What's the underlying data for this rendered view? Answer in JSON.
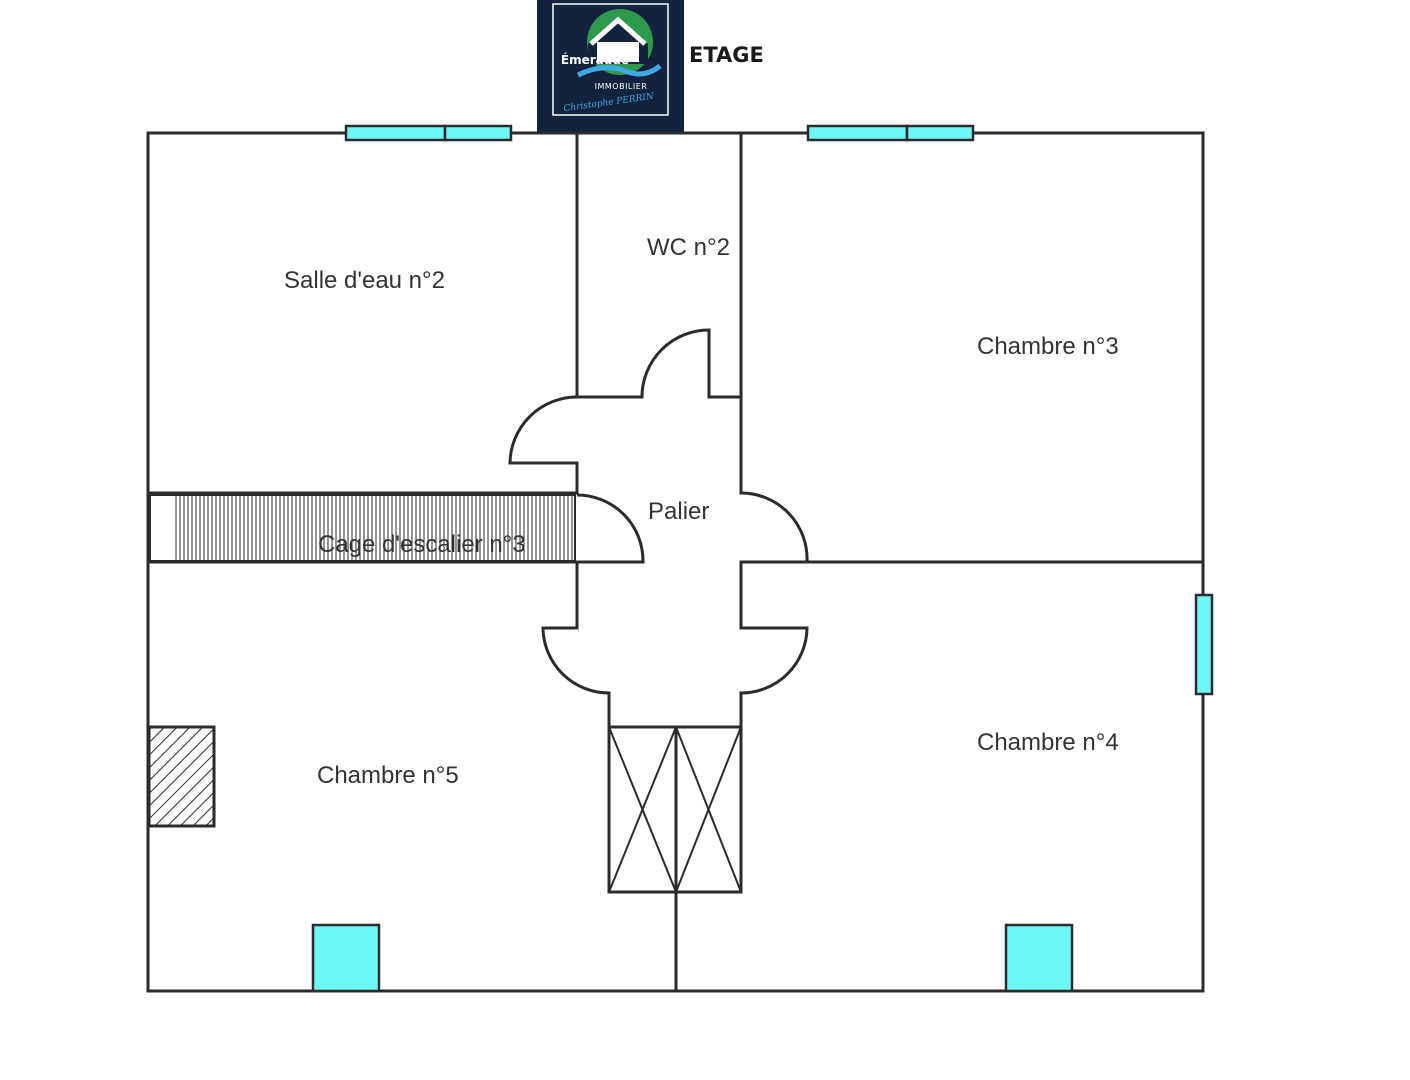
{
  "header": {
    "floor_title": "ETAGE"
  },
  "logo": {
    "brand": "Émeraude",
    "subtitle": "IMMOBILIER",
    "signature": "Christophe PERRIN"
  },
  "rooms": {
    "salle_deau": "Salle d'eau n°2",
    "wc": "WC n°2",
    "chambre3": "Chambre n°3",
    "palier": "Palier",
    "escalier": "Cage d'escalier n°3",
    "chambre4": "Chambre n°4",
    "chambre5": "Chambre n°5"
  },
  "colors": {
    "walls": "#2b2b2b",
    "windows": "#6ef7f7",
    "logo_bg": "#14233d",
    "logo_green": "#2e9a4e",
    "logo_blue": "#3fa9e6"
  }
}
